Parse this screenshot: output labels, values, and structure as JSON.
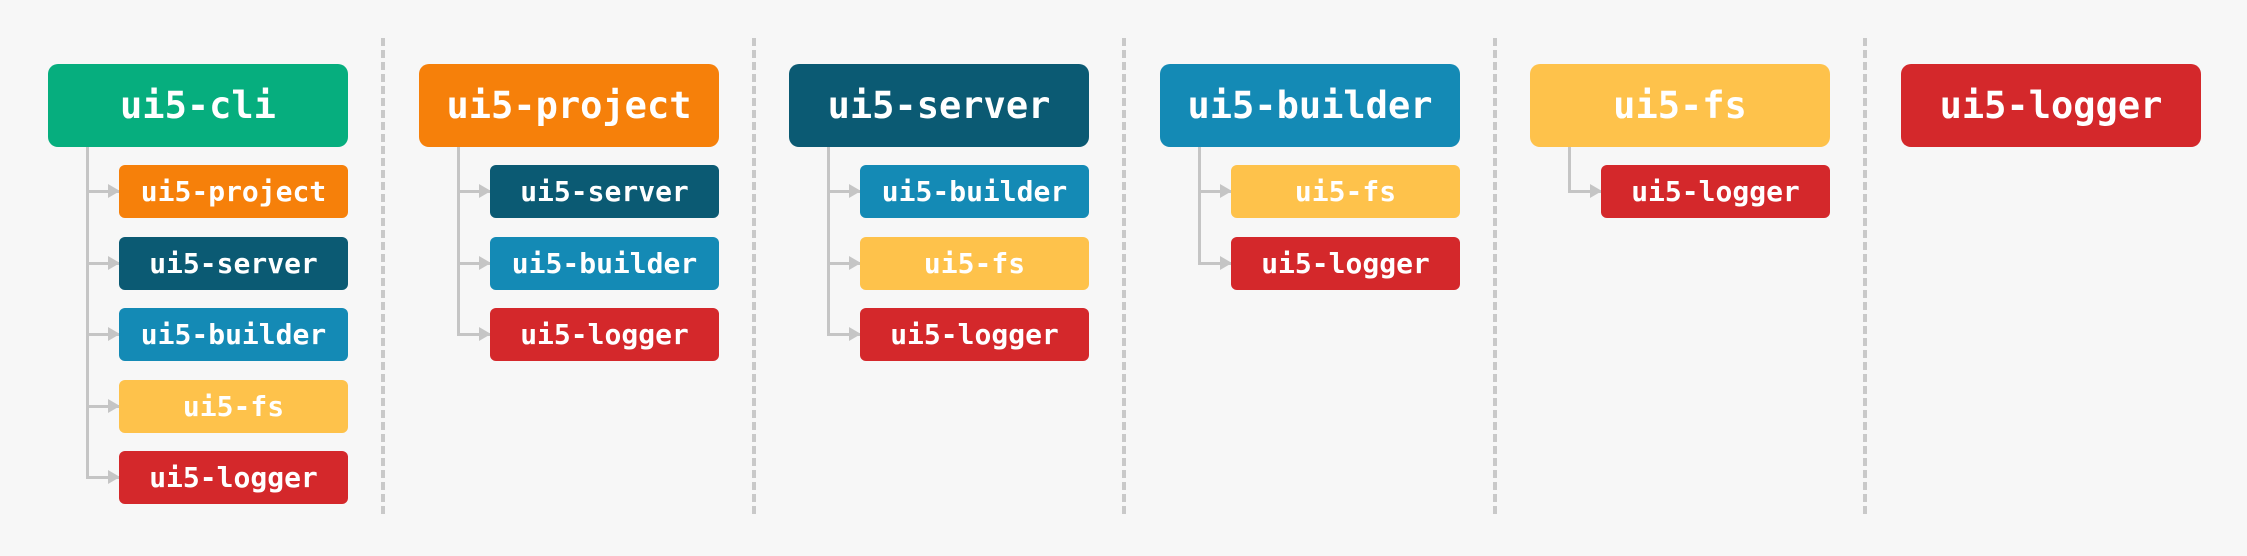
{
  "colors": {
    "ui5-cli": "#06ae7e",
    "ui5-project": "#f6800a",
    "ui5-server": "#0b5a73",
    "ui5-builder": "#148ab5",
    "ui5-fs": "#fec24b",
    "ui5-logger": "#d4282b",
    "connector": "#c5c5c5",
    "divider": "#c9c9c9",
    "background": "#f7f7f7"
  },
  "modules": [
    {
      "name": "ui5-cli",
      "dependencies": [
        "ui5-project",
        "ui5-server",
        "ui5-builder",
        "ui5-fs",
        "ui5-logger"
      ]
    },
    {
      "name": "ui5-project",
      "dependencies": [
        "ui5-server",
        "ui5-builder",
        "ui5-logger"
      ]
    },
    {
      "name": "ui5-server",
      "dependencies": [
        "ui5-builder",
        "ui5-fs",
        "ui5-logger"
      ]
    },
    {
      "name": "ui5-builder",
      "dependencies": [
        "ui5-fs",
        "ui5-logger"
      ]
    },
    {
      "name": "ui5-fs",
      "dependencies": [
        "ui5-logger"
      ]
    },
    {
      "name": "ui5-logger",
      "dependencies": []
    }
  ]
}
